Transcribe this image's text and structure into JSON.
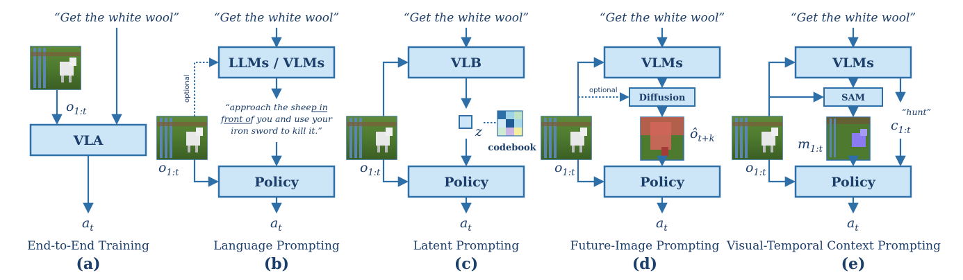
{
  "colors": {
    "box_fill": "#cde6f7",
    "stroke": "#2f6fa8",
    "text": "#1c3e6a"
  },
  "panels": [
    {
      "id": "a",
      "instruction": "“Get the white wool”",
      "box": "VLA",
      "obs": "o",
      "obs_sub": "1:t",
      "action": "a",
      "action_sub": "t",
      "caption": "End-to-End Training",
      "letter": "(a)"
    },
    {
      "id": "b",
      "instruction": "“Get the white wool”",
      "top_box": "LLMs / VLMs",
      "optional": "optional",
      "prompt_lines": [
        "“approach the sheep in",
        "front of you and use your",
        "iron sword to kill it.”"
      ],
      "prompt_underline": "in front of you",
      "box": "Policy",
      "obs": "o",
      "obs_sub": "1:t",
      "action": "a",
      "action_sub": "t",
      "caption": "Language Prompting",
      "letter": "(b)"
    },
    {
      "id": "c",
      "instruction": "“Get the white wool”",
      "top_box": "VLB",
      "latent": "z",
      "codebook": "codebook",
      "box": "Policy",
      "obs": "o",
      "obs_sub": "1:t",
      "action": "a",
      "action_sub": "t",
      "caption": "Latent Prompting",
      "letter": "(c)"
    },
    {
      "id": "d",
      "instruction": "“Get the white wool”",
      "top_box": "VLMs",
      "mid_box": "Diffusion",
      "optional": "optional",
      "future_obs": "ô",
      "future_obs_sub": "t+k",
      "box": "Policy",
      "obs": "o",
      "obs_sub": "1:t",
      "action": "a",
      "action_sub": "t",
      "caption": "Future-Image Prompting",
      "letter": "(d)"
    },
    {
      "id": "e",
      "instruction": "“Get the white wool”",
      "top_box": "VLMs",
      "mid_box": "SAM",
      "hunt": "“hunt”",
      "mask": "m",
      "mask_sub": "1:t",
      "cond": "c",
      "cond_sub": "1:t",
      "box": "Policy",
      "obs": "o",
      "obs_sub": "1:t",
      "action": "a",
      "action_sub": "t",
      "caption": "Visual-Temporal Context Prompting",
      "letter": "(e)"
    }
  ]
}
